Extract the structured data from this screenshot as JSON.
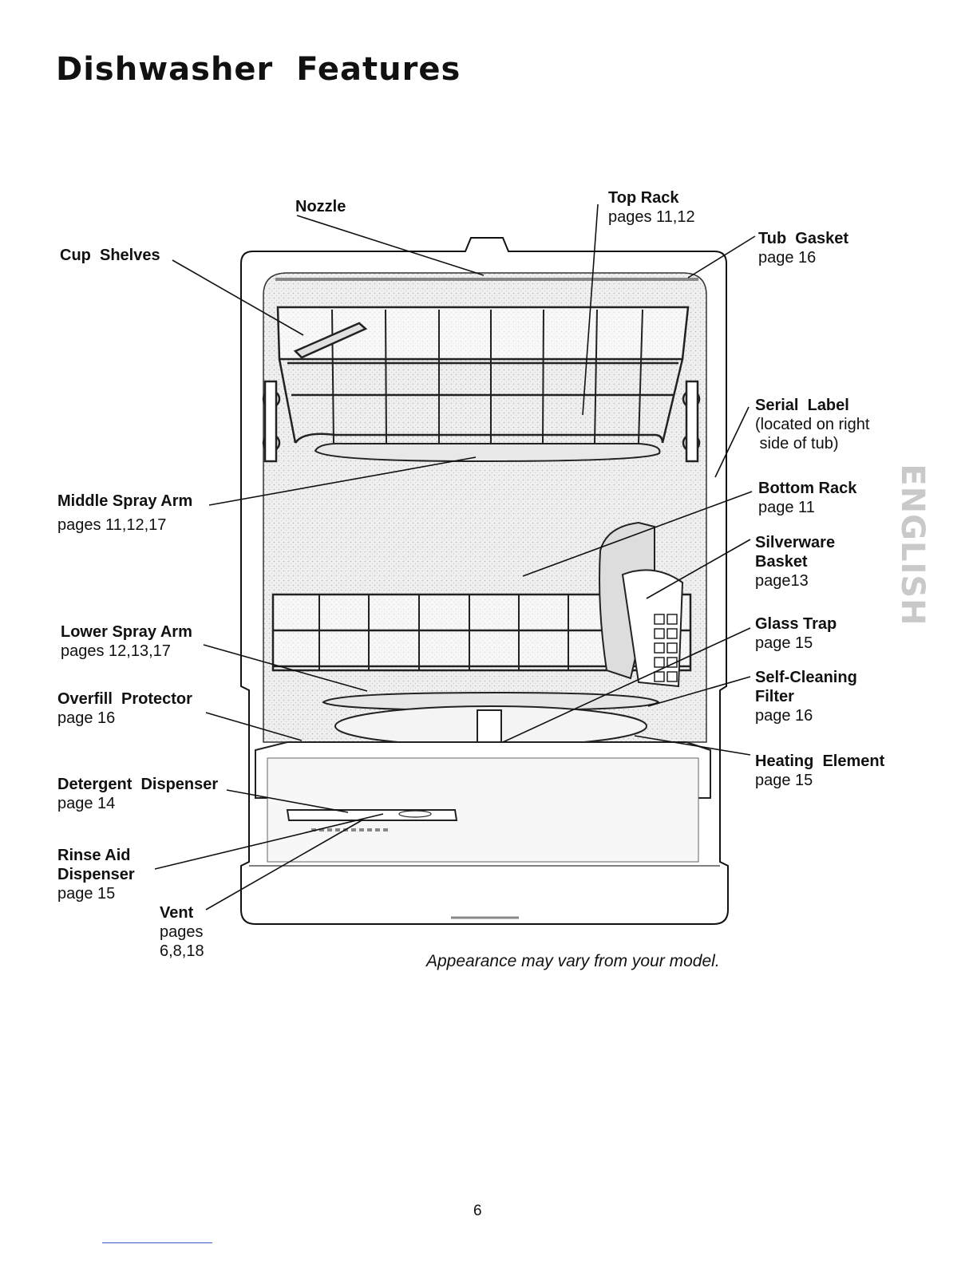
{
  "title": "Dishwasher Features",
  "side_tab": "ENGLISH",
  "caption": "Appearance may vary from your model.",
  "page_number": "6",
  "labels": {
    "nozzle": {
      "name": "Nozzle",
      "pages": ""
    },
    "top_rack": {
      "name": "Top Rack",
      "pages": "pages 11,12"
    },
    "tub_gasket": {
      "name": "Tub  Gasket",
      "pages": "page 16"
    },
    "cup_shelves": {
      "name": "Cup  Shelves",
      "pages": ""
    },
    "serial_label": {
      "name": "Serial  Label",
      "pages": "(located on right\n side of tub)"
    },
    "middle_spray_arm": {
      "name": "Middle Spray Arm",
      "pages": "pages 11,12,17"
    },
    "bottom_rack": {
      "name": "Bottom Rack",
      "pages": "page 11"
    },
    "silverware_basket": {
      "name": "Silverware\nBasket",
      "pages": "page13"
    },
    "lower_spray_arm": {
      "name": "Lower Spray Arm",
      "pages": "pages 12,13,17"
    },
    "glass_trap": {
      "name": "Glass Trap",
      "pages": "page 15"
    },
    "overfill_protector": {
      "name": "Overfill  Protector",
      "pages": "page 16"
    },
    "self_cleaning_filter": {
      "name": "Self-Cleaning\nFilter",
      "pages": "page 16"
    },
    "detergent_dispenser": {
      "name": "Detergent  Dispenser",
      "pages": "page 14"
    },
    "heating_element": {
      "name": "Heating  Element",
      "pages": "page 15"
    },
    "rinse_aid_dispenser": {
      "name": "Rinse Aid\nDispenser",
      "pages": "page 15"
    },
    "vent": {
      "name": "Vent",
      "pages": "pages\n6,8,18"
    }
  }
}
